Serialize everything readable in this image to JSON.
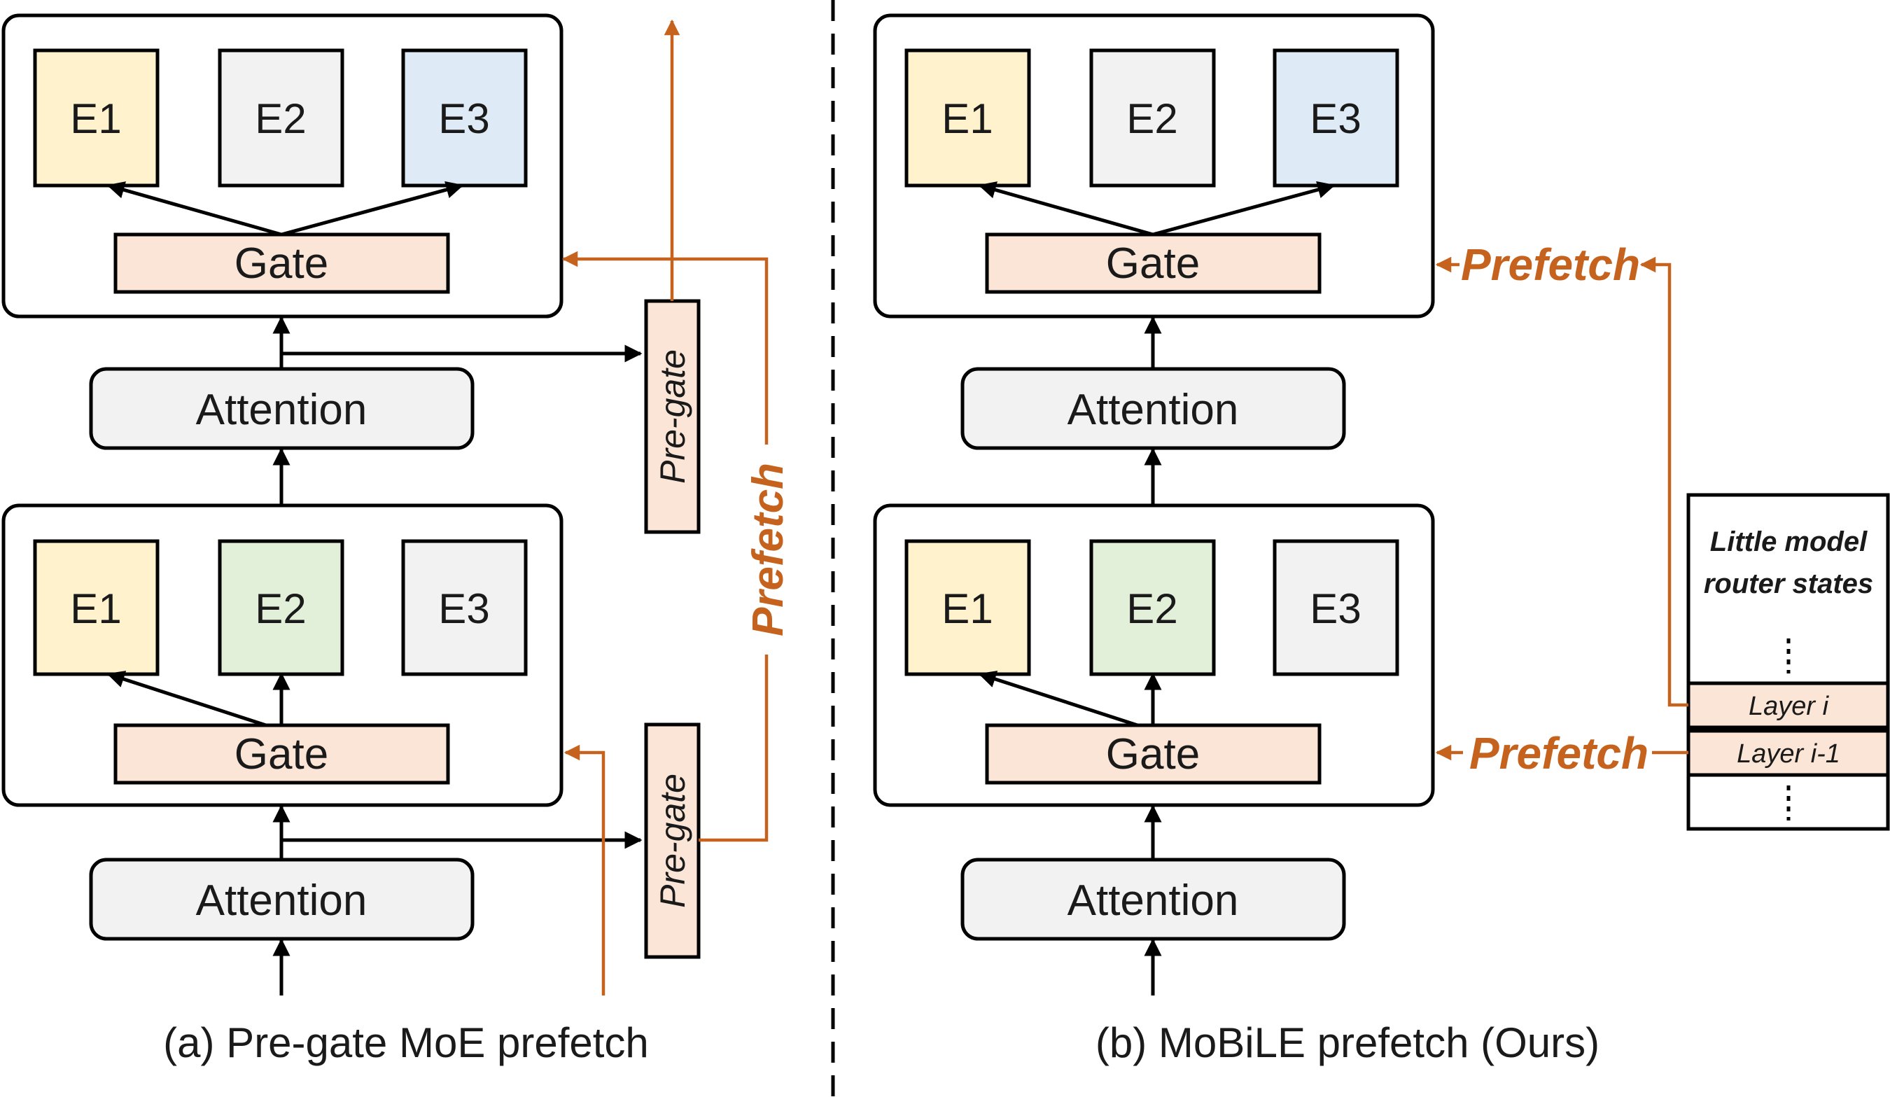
{
  "colors": {
    "orange": "#C5631E",
    "gate_fill": "#FBE5D6",
    "attention_fill": "#F2F2F2",
    "expert_yellow": "#FFF2CC",
    "expert_gray": "#F2F2F2",
    "expert_blue": "#DEEBF7",
    "expert_green": "#E2F0D9"
  },
  "panel_a": {
    "caption": "(a) Pre-gate MoE prefetch",
    "upper_block": {
      "experts": [
        "E1",
        "E2",
        "E3"
      ],
      "gate": "Gate"
    },
    "upper_attention": "Attention",
    "lower_block": {
      "experts": [
        "E1",
        "E2",
        "E3"
      ],
      "gate": "Gate"
    },
    "lower_attention": "Attention",
    "pregate_label": "Pre-gate",
    "prefetch_label": "Prefetch"
  },
  "panel_b": {
    "caption": "(b) MoBiLE prefetch (Ours)",
    "upper_block": {
      "experts": [
        "E1",
        "E2",
        "E3"
      ],
      "gate": "Gate"
    },
    "upper_attention": "Attention",
    "lower_block": {
      "experts": [
        "E1",
        "E2",
        "E3"
      ],
      "gate": "Gate"
    },
    "lower_attention": "Attention",
    "prefetch_label": "Prefetch",
    "router_states": {
      "title_line1": "Little model",
      "title_line2": "router states",
      "layer_i": "Layer i",
      "layer_i_minus_1": "Layer i-1"
    }
  }
}
